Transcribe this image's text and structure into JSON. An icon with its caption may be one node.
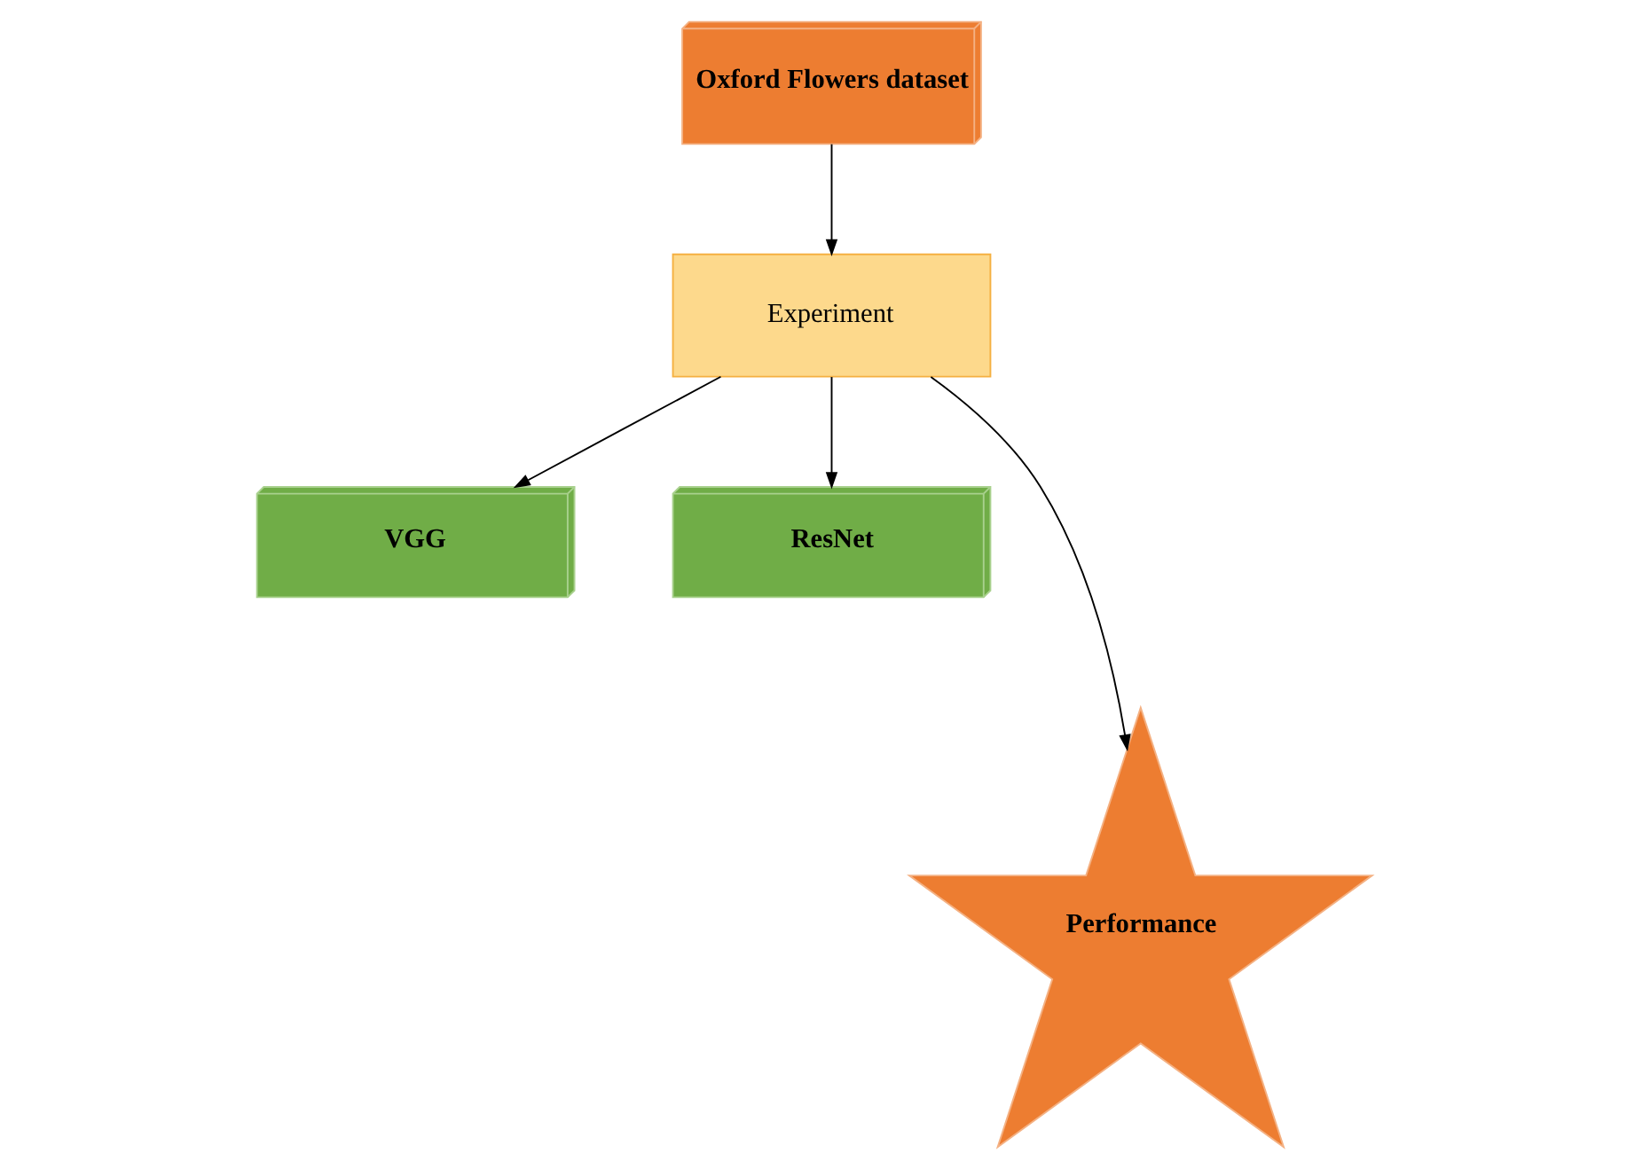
{
  "diagram": {
    "nodes": [
      {
        "text": [
          "Oxford Flowers dataset"
        ]
      },
      {
        "text": [
          "Experiment"
        ]
      },
      {
        "text": [
          "VGG"
        ]
      },
      {
        "text": [
          "ResNet"
        ]
      },
      {
        "text": [
          "Performance"
        ]
      }
    ],
    "edges": [
      {
        "from": 0,
        "to": 1,
        "arrow": "to"
      },
      {
        "from": 1,
        "to": 2,
        "arrow": "to"
      },
      {
        "from": 1,
        "to": 4,
        "arrow": "to"
      },
      {
        "from": 1,
        "to": 3,
        "arrow": "to"
      }
    ]
  }
}
